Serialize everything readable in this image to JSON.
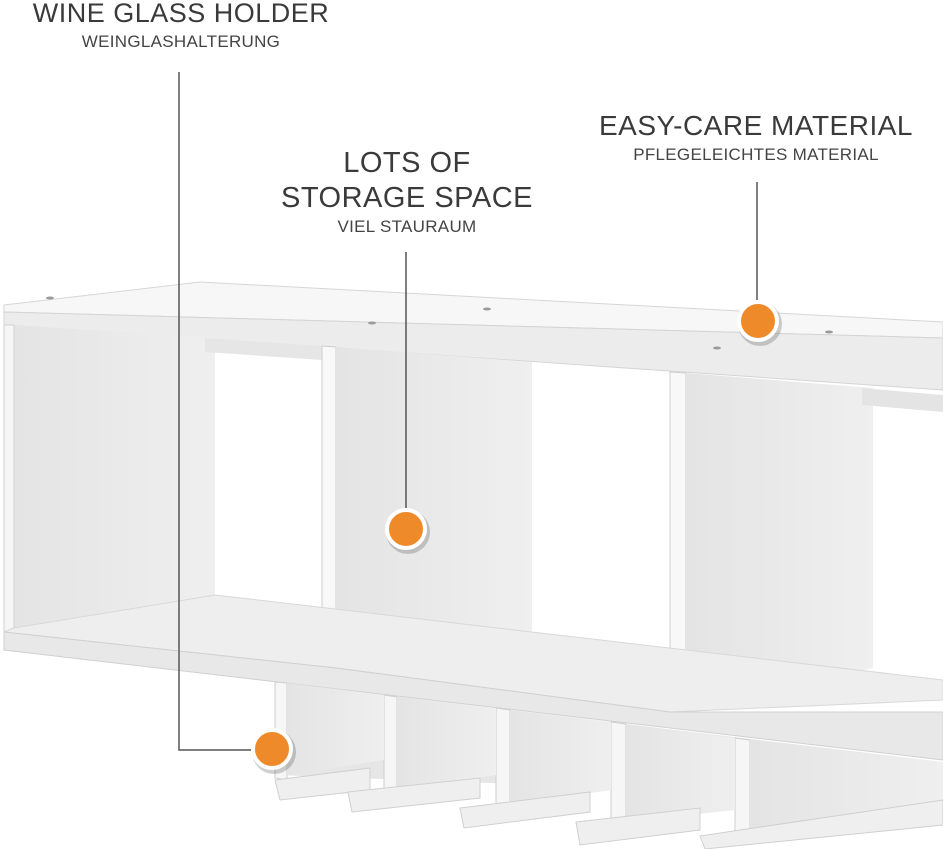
{
  "callouts": {
    "wine": {
      "title": "WINE GLASS HOLDER",
      "subtitle": "WEINGLASHALTERUNG"
    },
    "storage": {
      "title_line1": "LOTS OF",
      "title_line2": "STORAGE SPACE",
      "subtitle": "VIEL STAURAUM"
    },
    "easy_care": {
      "title": "EASY-CARE MATERIAL",
      "subtitle": "PFLEGELEICHTES MATERIAL"
    }
  },
  "colors": {
    "accent": "#ef8a2a",
    "text": "#3a3a3a",
    "shelf_light": "#f3f3f3",
    "shelf_shadow": "#dcdcdc"
  }
}
